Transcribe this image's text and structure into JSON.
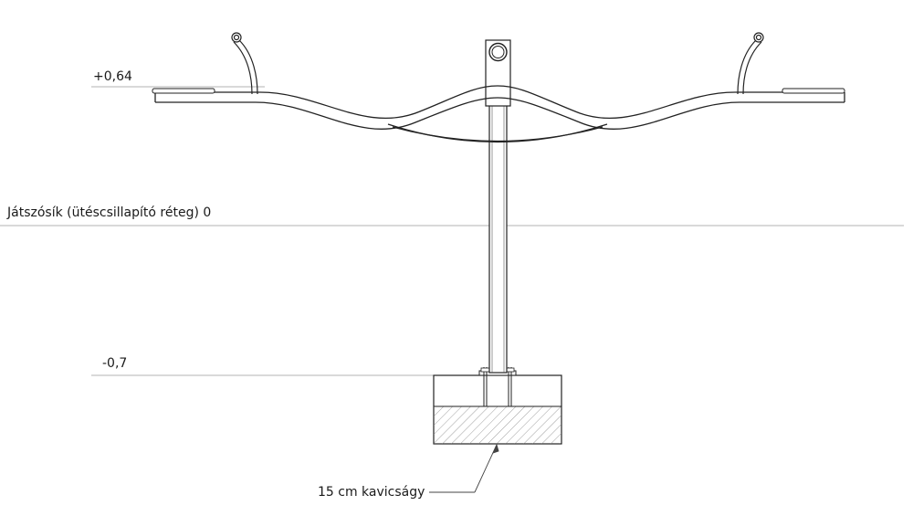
{
  "levels": {
    "top": "+0,64",
    "ground": "Játszósík (ütéscsillapító réteg) 0",
    "foundation": "-0,7"
  },
  "callouts": {
    "gravel": "15 cm kavicságy"
  }
}
